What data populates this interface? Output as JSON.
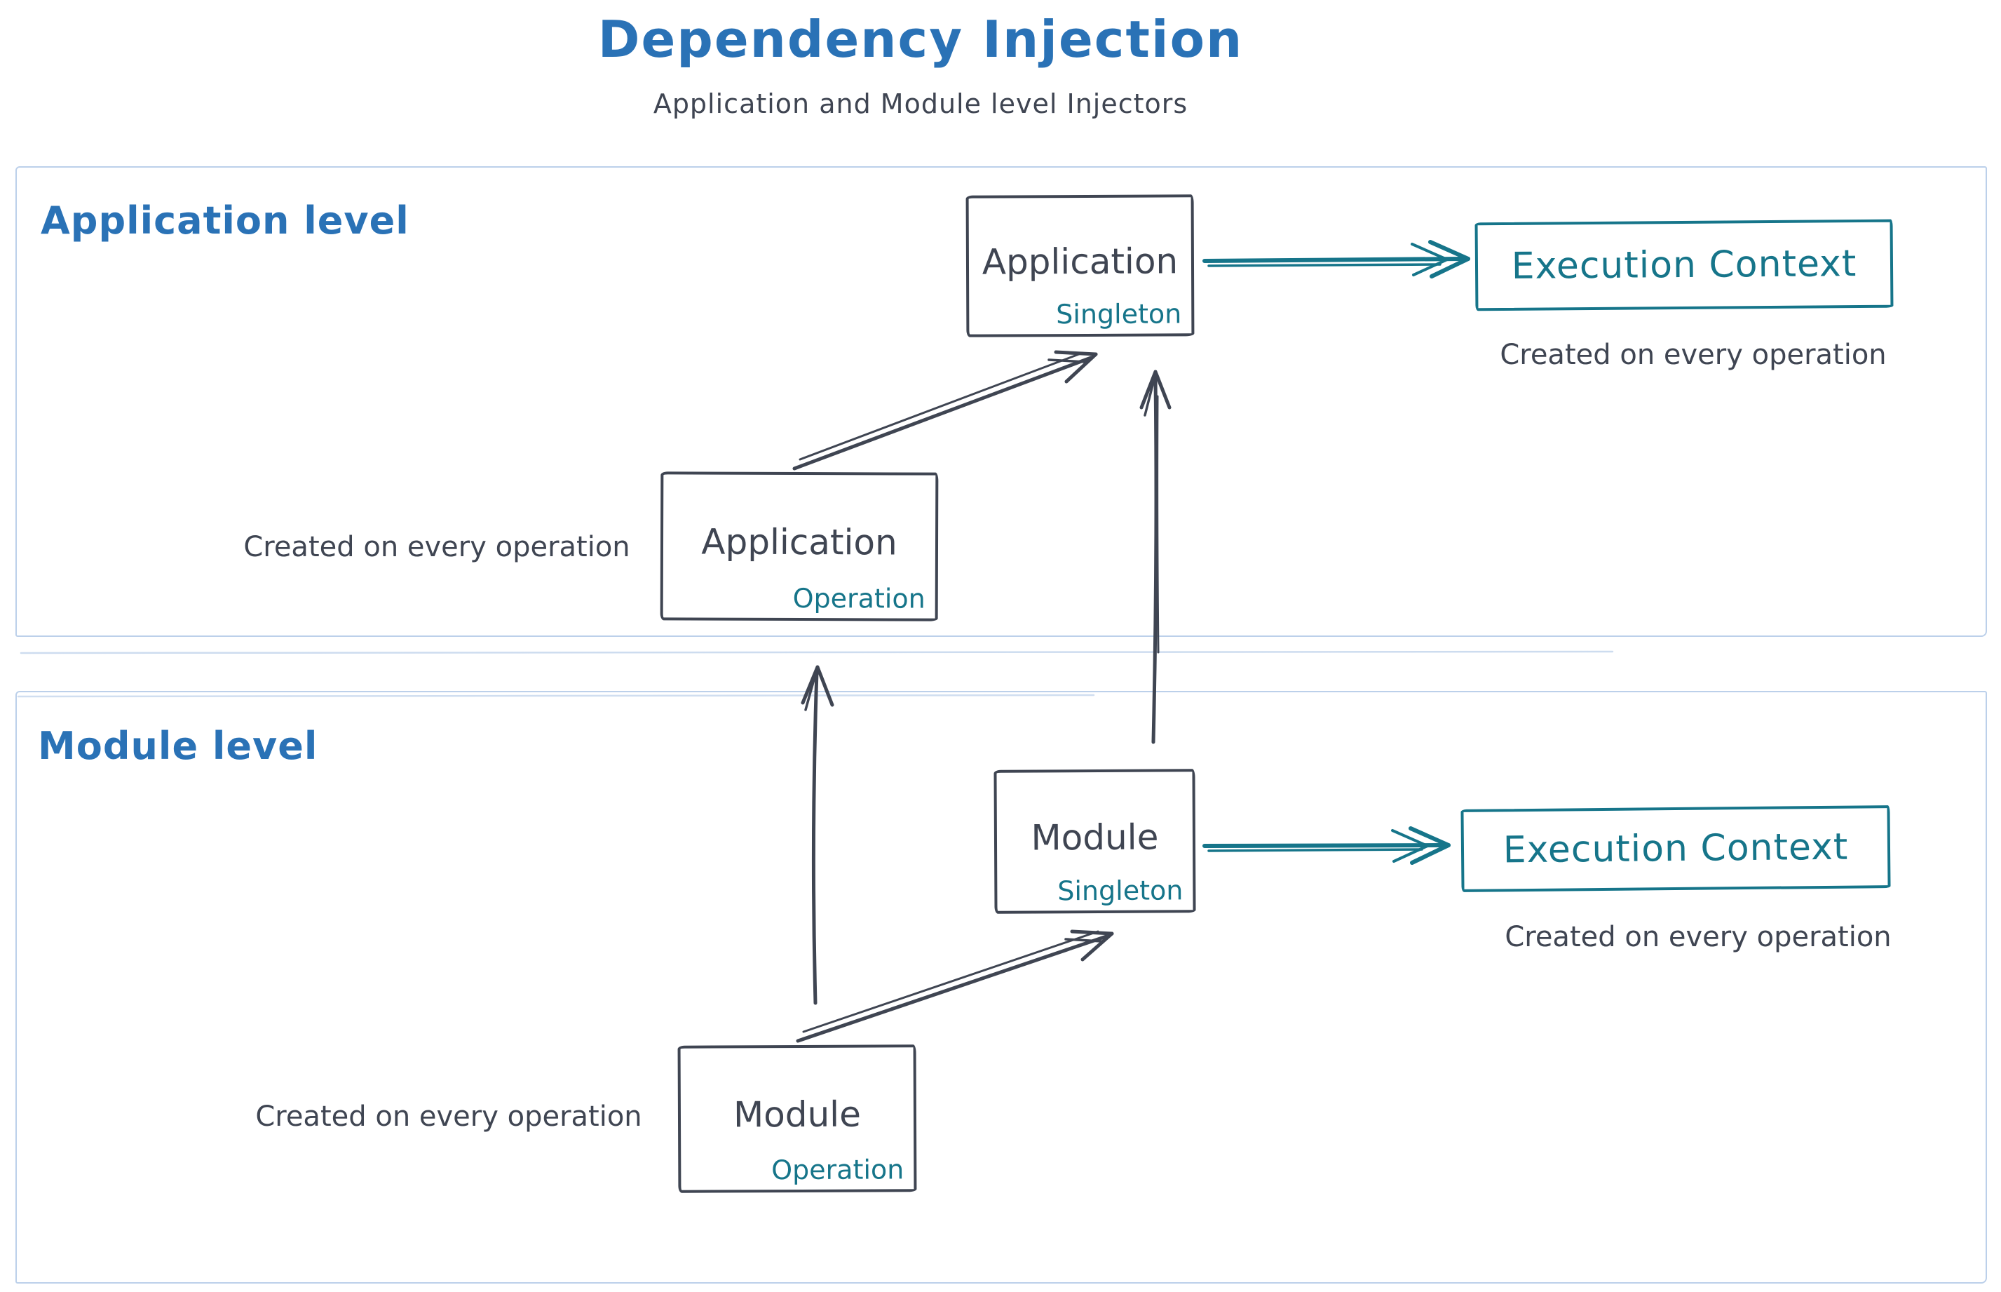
{
  "header": {
    "title": "Dependency Injection",
    "subtitle": "Application and Module level Injectors"
  },
  "colors": {
    "blue": "#2a72b6",
    "teal": "#16758a",
    "dark": "#3f4552",
    "container_border": "#bcd0ea",
    "bg": "#ffffff"
  },
  "sections": {
    "application": {
      "label": "Application level"
    },
    "module": {
      "label": "Module level"
    }
  },
  "boxes": {
    "app_singleton": {
      "title": "Application",
      "badge": "Singleton"
    },
    "app_operation": {
      "title": "Application",
      "badge": "Operation"
    },
    "module_singleton": {
      "title": "Module",
      "badge": "Singleton"
    },
    "module_operation": {
      "title": "Module",
      "badge": "Operation"
    },
    "exec_app": {
      "title": "Execution Context"
    },
    "exec_module": {
      "title": "Execution Context"
    }
  },
  "captions": {
    "app_left": "Created on every operation",
    "app_right": "Created on every operation",
    "module_left": "Created on every operation",
    "module_right": "Created on every operation"
  }
}
